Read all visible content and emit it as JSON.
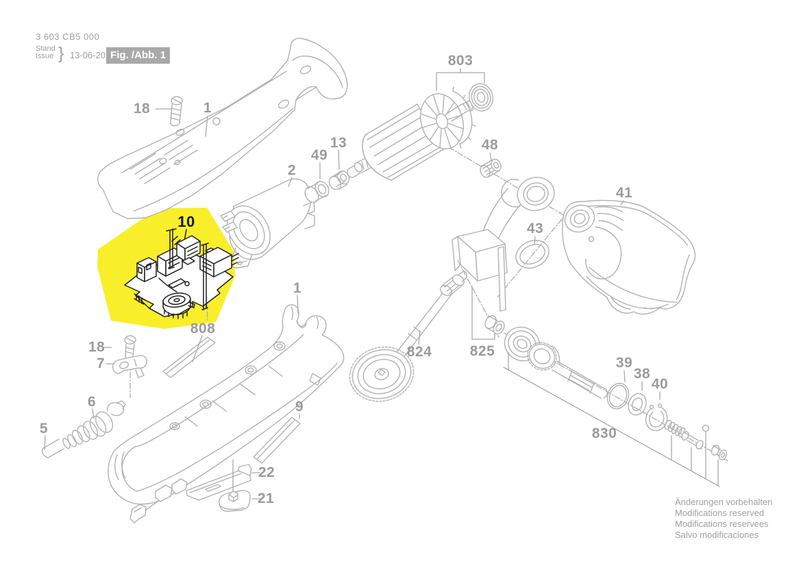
{
  "header": {
    "part_number": "3 603 CB5 000",
    "stand_label": "Stand",
    "issue_label": "Issue",
    "brace": "}",
    "date": "13-06-20",
    "figure_label": "Fig. /Abb. 1"
  },
  "highlight": {
    "part": "10",
    "color": "#f8ef2a",
    "line_color": "#1e1e1e"
  },
  "colors": {
    "diagram_line": "#b1b1b1",
    "leader_line": "#a8a8a8",
    "label_text": "#9b9b9b",
    "badge_background": "#a9a9a9",
    "badge_text": "#ffffff"
  },
  "part_labels": [
    {
      "text": "18"
    },
    {
      "text": "1"
    },
    {
      "text": "2"
    },
    {
      "text": "49"
    },
    {
      "text": "13"
    },
    {
      "text": "803"
    },
    {
      "text": "48"
    },
    {
      "text": "41"
    },
    {
      "text": "43"
    },
    {
      "text": "10"
    },
    {
      "text": "808"
    },
    {
      "text": "1"
    },
    {
      "text": "18"
    },
    {
      "text": "7"
    },
    {
      "text": "824"
    },
    {
      "text": "825"
    },
    {
      "text": "6"
    },
    {
      "text": "5"
    },
    {
      "text": "9"
    },
    {
      "text": "22"
    },
    {
      "text": "21"
    },
    {
      "text": "39"
    },
    {
      "text": "38"
    },
    {
      "text": "40"
    },
    {
      "text": "830"
    }
  ],
  "footer": {
    "line1": "Änderungen vorbehalten",
    "line2": "Modifications reserved",
    "line3": "Modifications reservees",
    "line4": "Salvo modificaciones"
  }
}
